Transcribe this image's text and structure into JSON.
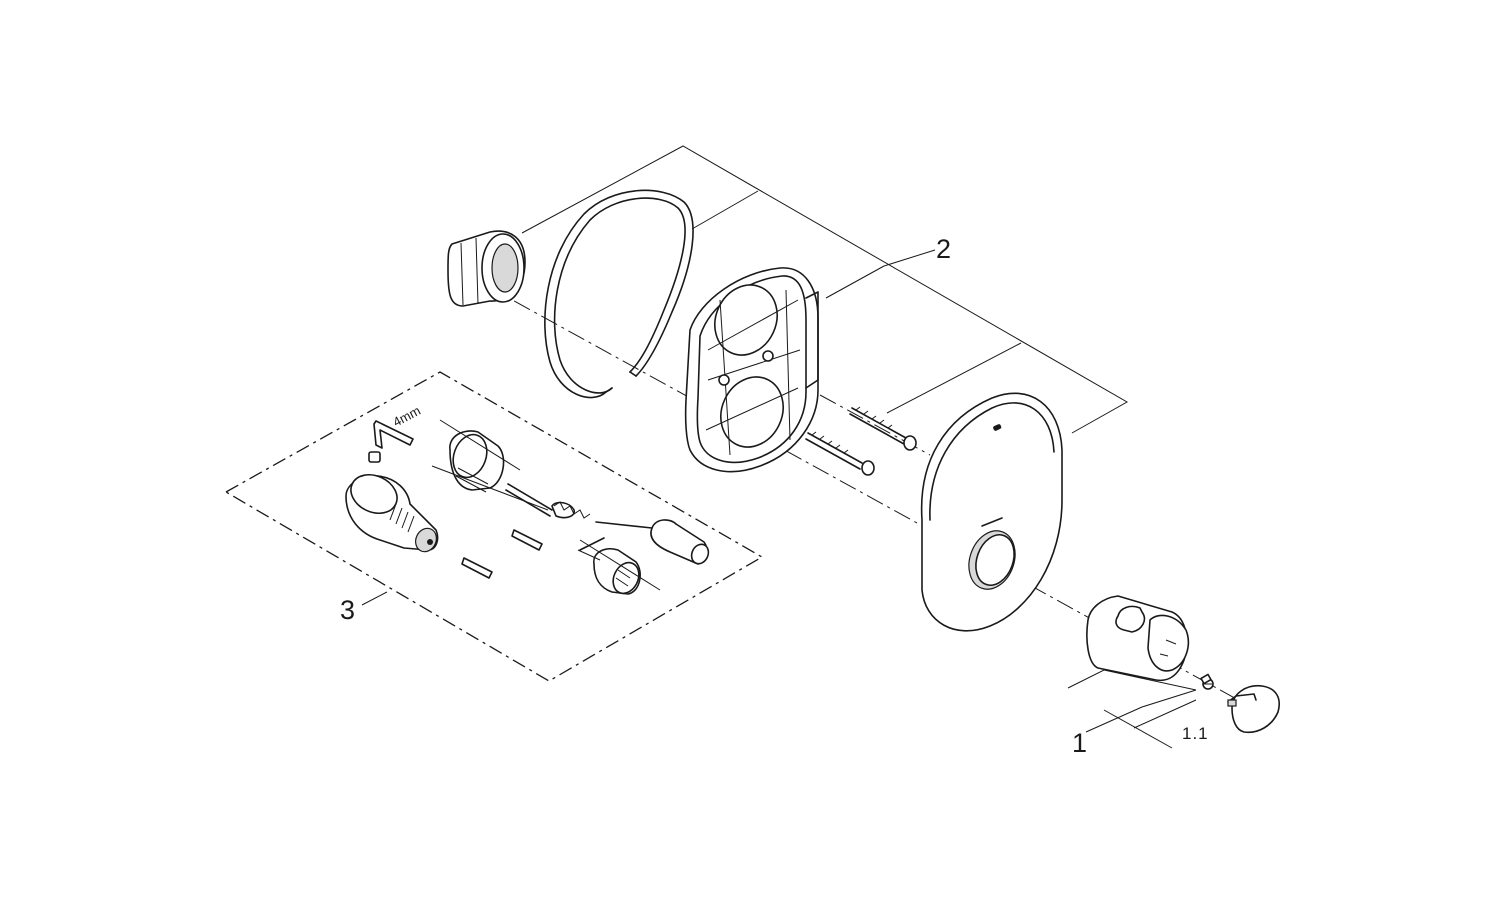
{
  "labels": {
    "part_1": "1",
    "part_1_1": "1.1",
    "part_2": "2",
    "part_3": "3",
    "hex_key_size": "4mm"
  }
}
